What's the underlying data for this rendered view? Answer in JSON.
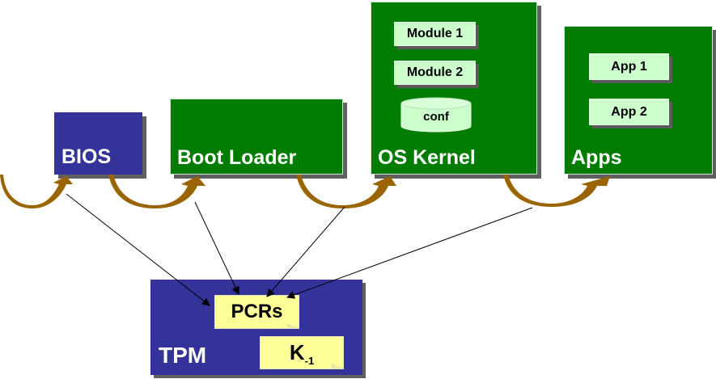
{
  "diagram": {
    "stages": [
      {
        "id": "bios",
        "label": "BIOS"
      },
      {
        "id": "bootloader",
        "label": "Boot Loader"
      },
      {
        "id": "oskernel",
        "label": "OS Kernel",
        "children": [
          "Module 1",
          "Module 2"
        ],
        "storage": "conf"
      },
      {
        "id": "apps",
        "label": "Apps",
        "children": [
          "App 1",
          "App 2"
        ]
      }
    ],
    "tpm": {
      "label": "TPM",
      "pcrs": "PCRs",
      "key_main": "K",
      "key_sub": "-1"
    },
    "colors": {
      "bios_blue": "#333399",
      "stage_green": "#007c00",
      "module_fill": "#ccffcc",
      "note_yellow": "#ffff99",
      "arrow_brown": "#996600",
      "shadow": "#5f5f5f"
    }
  }
}
